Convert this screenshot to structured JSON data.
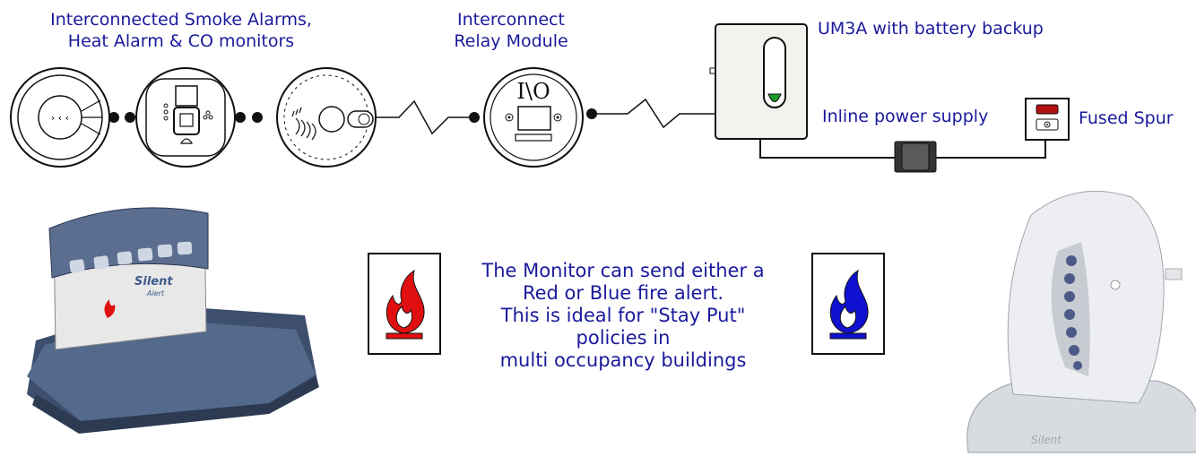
{
  "labels": {
    "alarms": "Interconnected Smoke Alarms,\nHeat Alarm & CO monitors",
    "relay": "Interconnect\nRelay Module",
    "relay_symbol": "I\\O",
    "um3a": "UM3A with battery backup",
    "psu": "Inline power supply",
    "spur": "Fused Spur"
  },
  "message": "The Monitor can send either a\nRed or Blue fire alert.\nThis is ideal for \"Stay Put\"\npolicies in\nmulti occupancy buildings",
  "pager_brand": "Silent",
  "pager_brand_sub": "Alert",
  "base_brand": "Silent",
  "colors": {
    "text": "#1a1a9c",
    "red_flame": "#e01010",
    "blue_flame": "#1010d0",
    "device_grey": "#5a6f8c",
    "led_green": "#1a9a2a"
  }
}
